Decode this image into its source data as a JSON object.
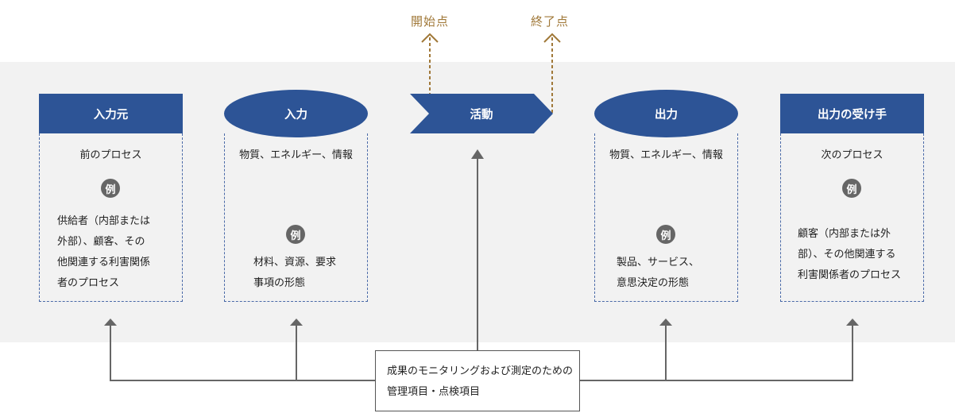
{
  "markers": {
    "start": "開始点",
    "end": "終了点"
  },
  "columns": [
    {
      "title": "入力元",
      "shape": "rectangle",
      "description": "前のプロセス",
      "example_badge": "例",
      "example_lines": [
        "供給者（内部または",
        "外部）、顧客、その",
        "他関連する利害関係",
        "者のプロセス"
      ]
    },
    {
      "title": "入力",
      "shape": "ellipse",
      "description": "物質、エネルギー、情報",
      "example_badge": "例",
      "example_lines": [
        "材料、資源、要求",
        "事項の形態"
      ]
    },
    {
      "title": "活動",
      "shape": "chevron"
    },
    {
      "title": "出力",
      "shape": "ellipse",
      "description": "物質、エネルギー、情報",
      "example_badge": "例",
      "example_lines": [
        "製品、サービス、",
        "意思決定の形態"
      ]
    },
    {
      "title": "出力の受け手",
      "shape": "rectangle",
      "description": "次のプロセス",
      "example_badge": "例",
      "example_lines": [
        "顧客（内部または外",
        "部）、その他関連する",
        "利害関係者のプロセス"
      ]
    }
  ],
  "monitoring": {
    "line1": "成果のモニタリングおよび測定のための",
    "line2": "管理項目・点検項目"
  },
  "colors": {
    "header_fill": "#2d5496",
    "marker": "#a07838",
    "band": "#f2f2f2",
    "connector": "#666666",
    "badge": "#666666"
  }
}
